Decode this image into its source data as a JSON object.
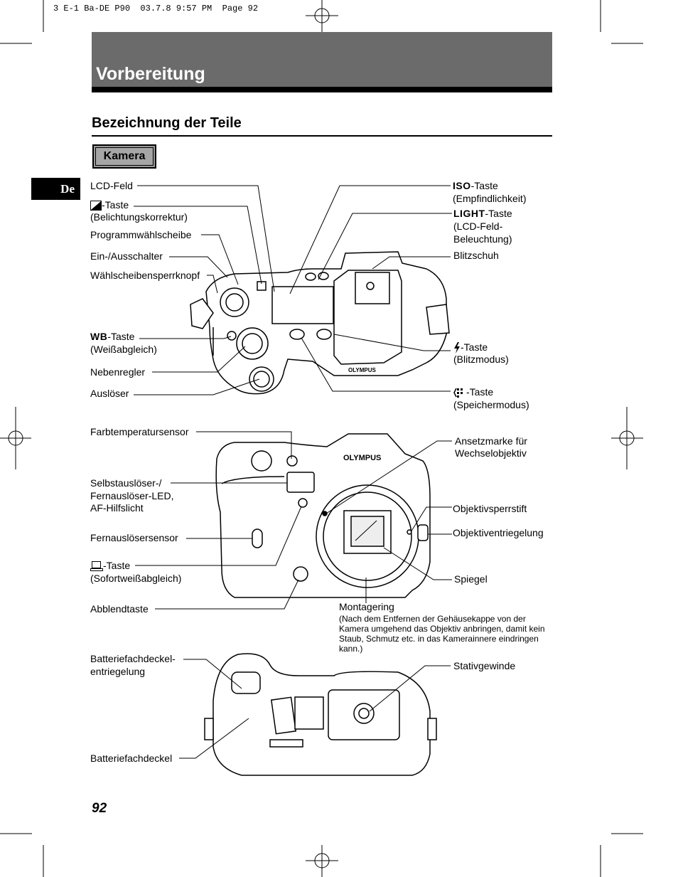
{
  "print_header": "3 E-1 Ba-DE P90  03.7.8 9:57 PM  Page 92",
  "title": "Vorbereitung",
  "section": "Bezeichnung der Teile",
  "subsection": "Kamera",
  "lang_tab": "De",
  "page_number": "92",
  "top_view": {
    "left": {
      "lcd": "LCD-Feld",
      "exp_taste": "-Taste",
      "exp_sub": "(Belichtungskorrektur)",
      "program_dial": "Programmwählscheibe",
      "power": "Ein-/Ausschalter",
      "dial_lock": "Wählscheibensperrknopf",
      "wb_prefix": "WB",
      "wb_taste": "-Taste",
      "wb_sub": "(Weißabgleich)",
      "sub_dial": "Nebenregler",
      "shutter": "Auslöser"
    },
    "right": {
      "iso_prefix": "ISO",
      "iso_taste": "-Taste",
      "iso_sub": "(Empfindlichkeit)",
      "light_prefix": "LIGHT",
      "light_taste": "-Taste",
      "light_sub1": "(LCD-Feld-",
      "light_sub2": "Beleuchtung)",
      "hotshoe": "Blitzschuh",
      "flash_taste": "-Taste",
      "flash_sub": "(Blitzmodus)",
      "mem_taste": "-Taste",
      "mem_sub": "(Speichermodus)"
    }
  },
  "front_view": {
    "left": {
      "color_temp": "Farbtemperatursensor",
      "led1": "Selbstauslöser-/",
      "led2": "Fernauslöser-LED,",
      "led3": "AF-Hilfslicht",
      "remote_sensor": "Fernauslösersensor",
      "onetouch_taste": "-Taste",
      "onetouch_sub": "(Sofortweißabgleich)",
      "preview": "Abblendtaste"
    },
    "right": {
      "mark1": "Ansetzmarke für",
      "mark2": "Wechselobjektiv",
      "lock_pin": "Objektivsperrstift",
      "release": "Objektiventriegelung",
      "mirror": "Spiegel",
      "mount": "Montagering",
      "mount_note": "(Nach dem Entfernen der Gehäusekappe von der Kamera umgehend das Objektiv anbringen, damit kein Staub, Schmutz etc. in das Kamerainnere eindringen kann.)"
    }
  },
  "bottom_view": {
    "battery_lock1": "Batteriefachdeckel-",
    "battery_lock2": "entriegelung",
    "battery_cover": "Batteriefachdeckel",
    "tripod": "Stativgewinde"
  },
  "camera_brand": "OLYMPUS",
  "top_buttons": {
    "iso": "ISO",
    "light": "LIGHT"
  }
}
